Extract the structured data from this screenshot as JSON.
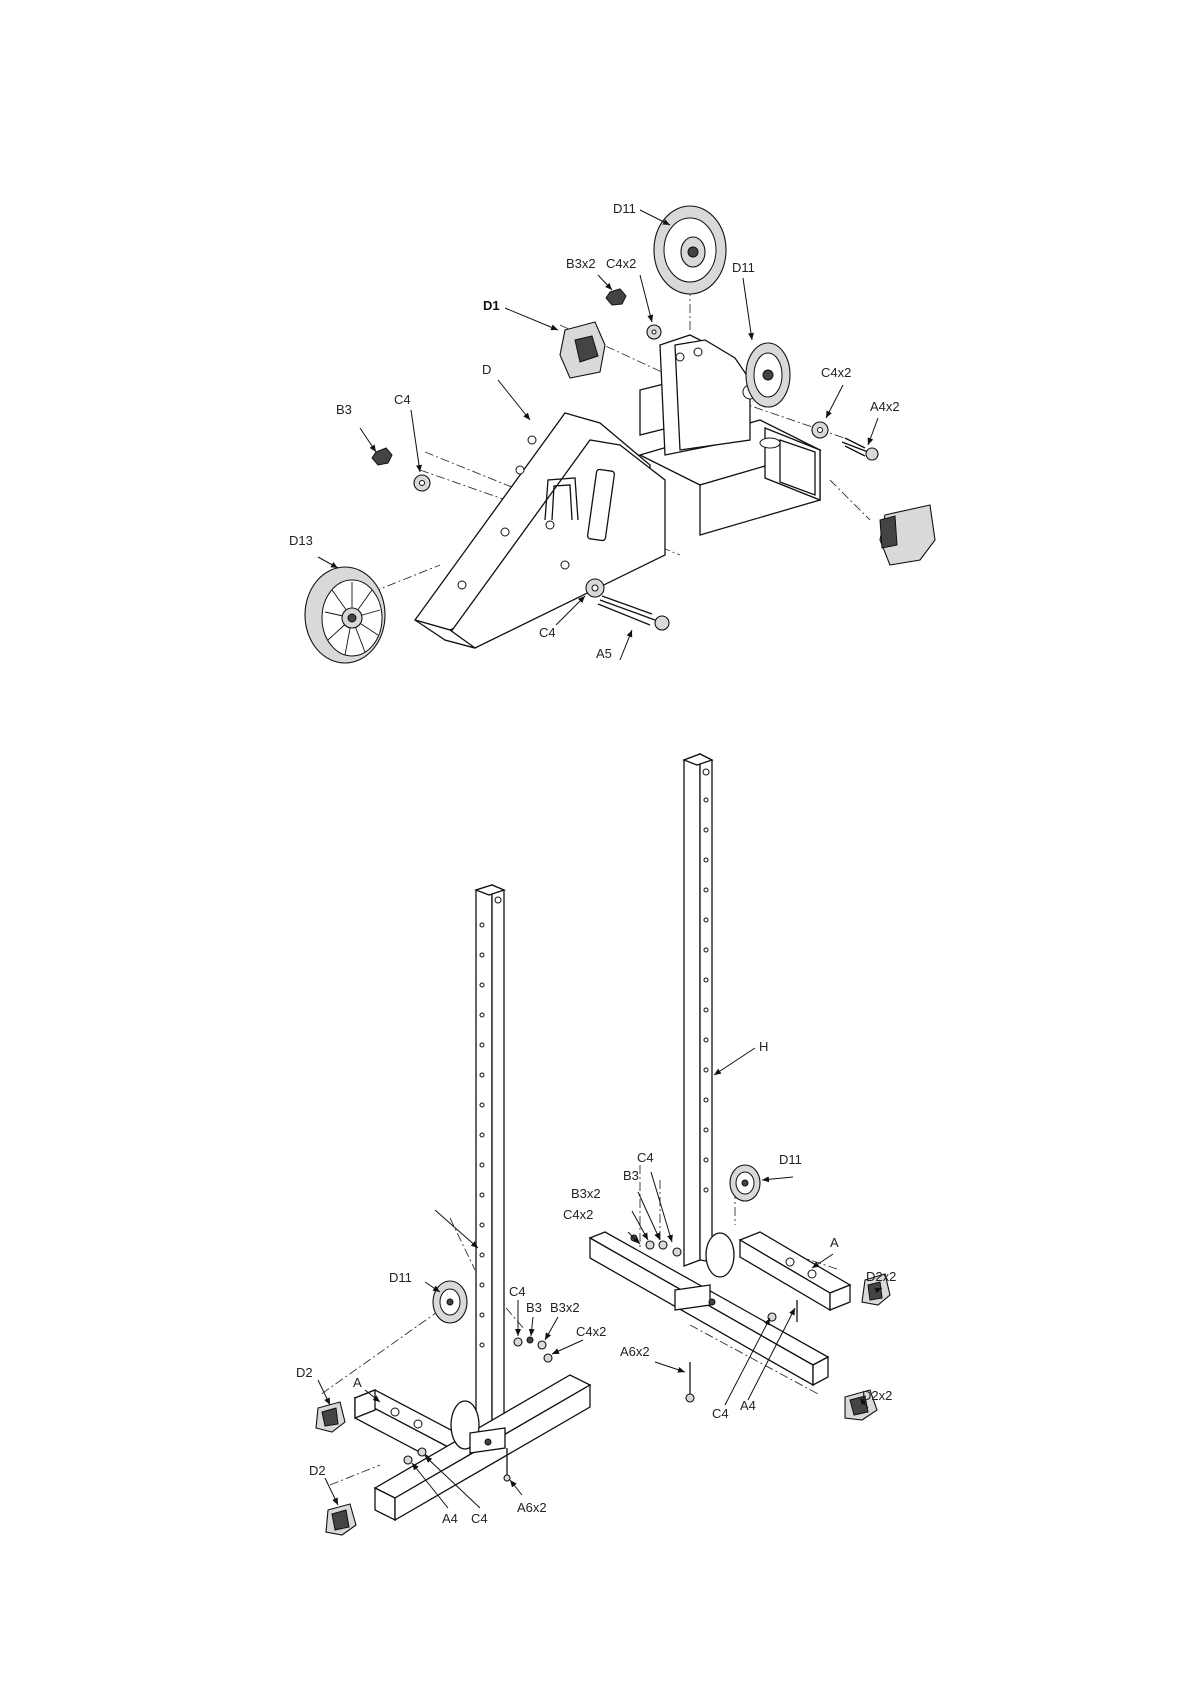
{
  "figure_top": {
    "labels": {
      "d11_a": "D11",
      "b3x2": "B3x2",
      "c4x2_a": "C4x2",
      "d11_b": "D11",
      "d1": "D1",
      "c4x2_b": "C4x2",
      "a4x2": "A4x2",
      "d": "D",
      "b3": "B3",
      "c4_a": "C4",
      "d13": "D13",
      "c4_b": "C4",
      "a5": "A5"
    }
  },
  "figure_bottom": {
    "labels": {
      "h": "H",
      "c4_top": "C4",
      "b3_right": "B3",
      "b3x2_right": "B3x2",
      "c4x2_right": "C4x2",
      "d11_right": "D11",
      "a_right": "A",
      "d2x2_upper": "D2x2",
      "a6x2_right": "A6x2",
      "c4_right_low": "C4",
      "a4_right": "A4",
      "d2x2_lower": "D2x2",
      "d11_left": "D11",
      "c4_left_top": "C4",
      "b3_left": "B3",
      "b3x2_left": "B3x2",
      "c4x2_left": "C4x2",
      "a_left": "A",
      "d2_upper": "D2",
      "d2_lower": "D2",
      "a4_left": "A4",
      "c4_left_low": "C4",
      "a6x2_left": "A6x2"
    }
  }
}
